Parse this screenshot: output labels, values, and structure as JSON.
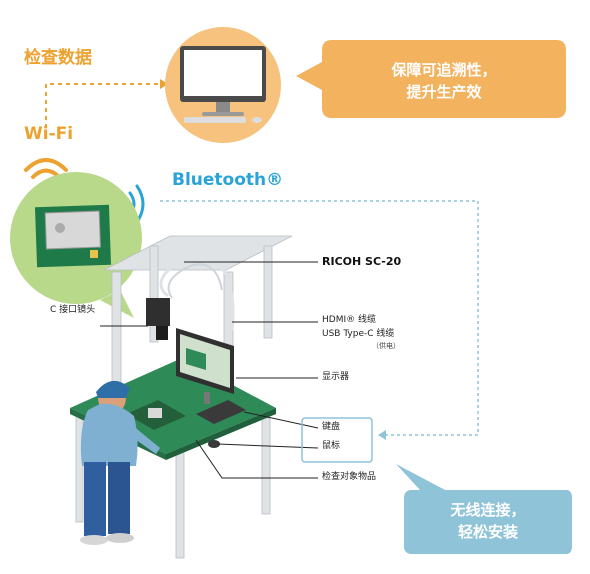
{
  "labels": {
    "check_data": "检查数据",
    "wifi": "Wi-Fi",
    "bluetooth": "Bluetooth®",
    "ricoh": "RICOH SC-20",
    "c_lens": "C 接口镜头",
    "hdmi": "HDMI® 线缆",
    "usb": "USB Type-C 线缆",
    "power": "（供电）",
    "monitor": "显示器",
    "keyboard": "键盘",
    "mouse": "鼠标",
    "inspected": "检查对象物品"
  },
  "callouts": {
    "top_line1": "保障可追溯性，",
    "top_line2": "提升生产效",
    "bottom_line1": "无线连接，",
    "bottom_line2": "轻松安装"
  },
  "colors": {
    "orange": "#eda12f",
    "callout_orange": "#f3b25e",
    "callout_blue": "#8fc3d8",
    "bluetooth_blue": "#2aa3d8",
    "bench_green": "#2e8a57",
    "pcb_green": "#b9d98a"
  }
}
